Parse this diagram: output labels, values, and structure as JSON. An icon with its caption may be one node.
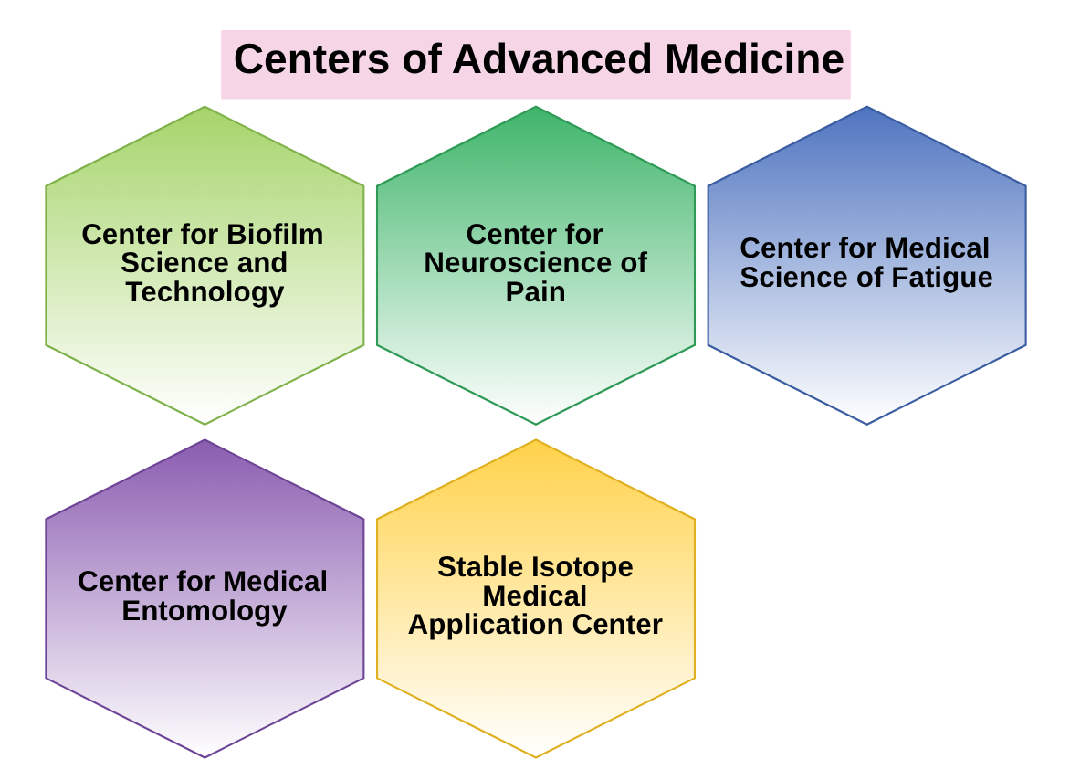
{
  "diagram": {
    "title": "Centers of Advanced Medicine",
    "nodes": [
      {
        "text": [
          "Center for Biofilm Science and Technology"
        ]
      },
      {
        "text": [
          "Center for Neuroscience of Pain"
        ]
      },
      {
        "text": [
          "Center for Medical Science of Fatigue"
        ]
      },
      {
        "text": [
          "Center for Medical Entomology"
        ]
      },
      {
        "text": [
          "Stable Isotope Medical Application Center"
        ]
      }
    ]
  }
}
